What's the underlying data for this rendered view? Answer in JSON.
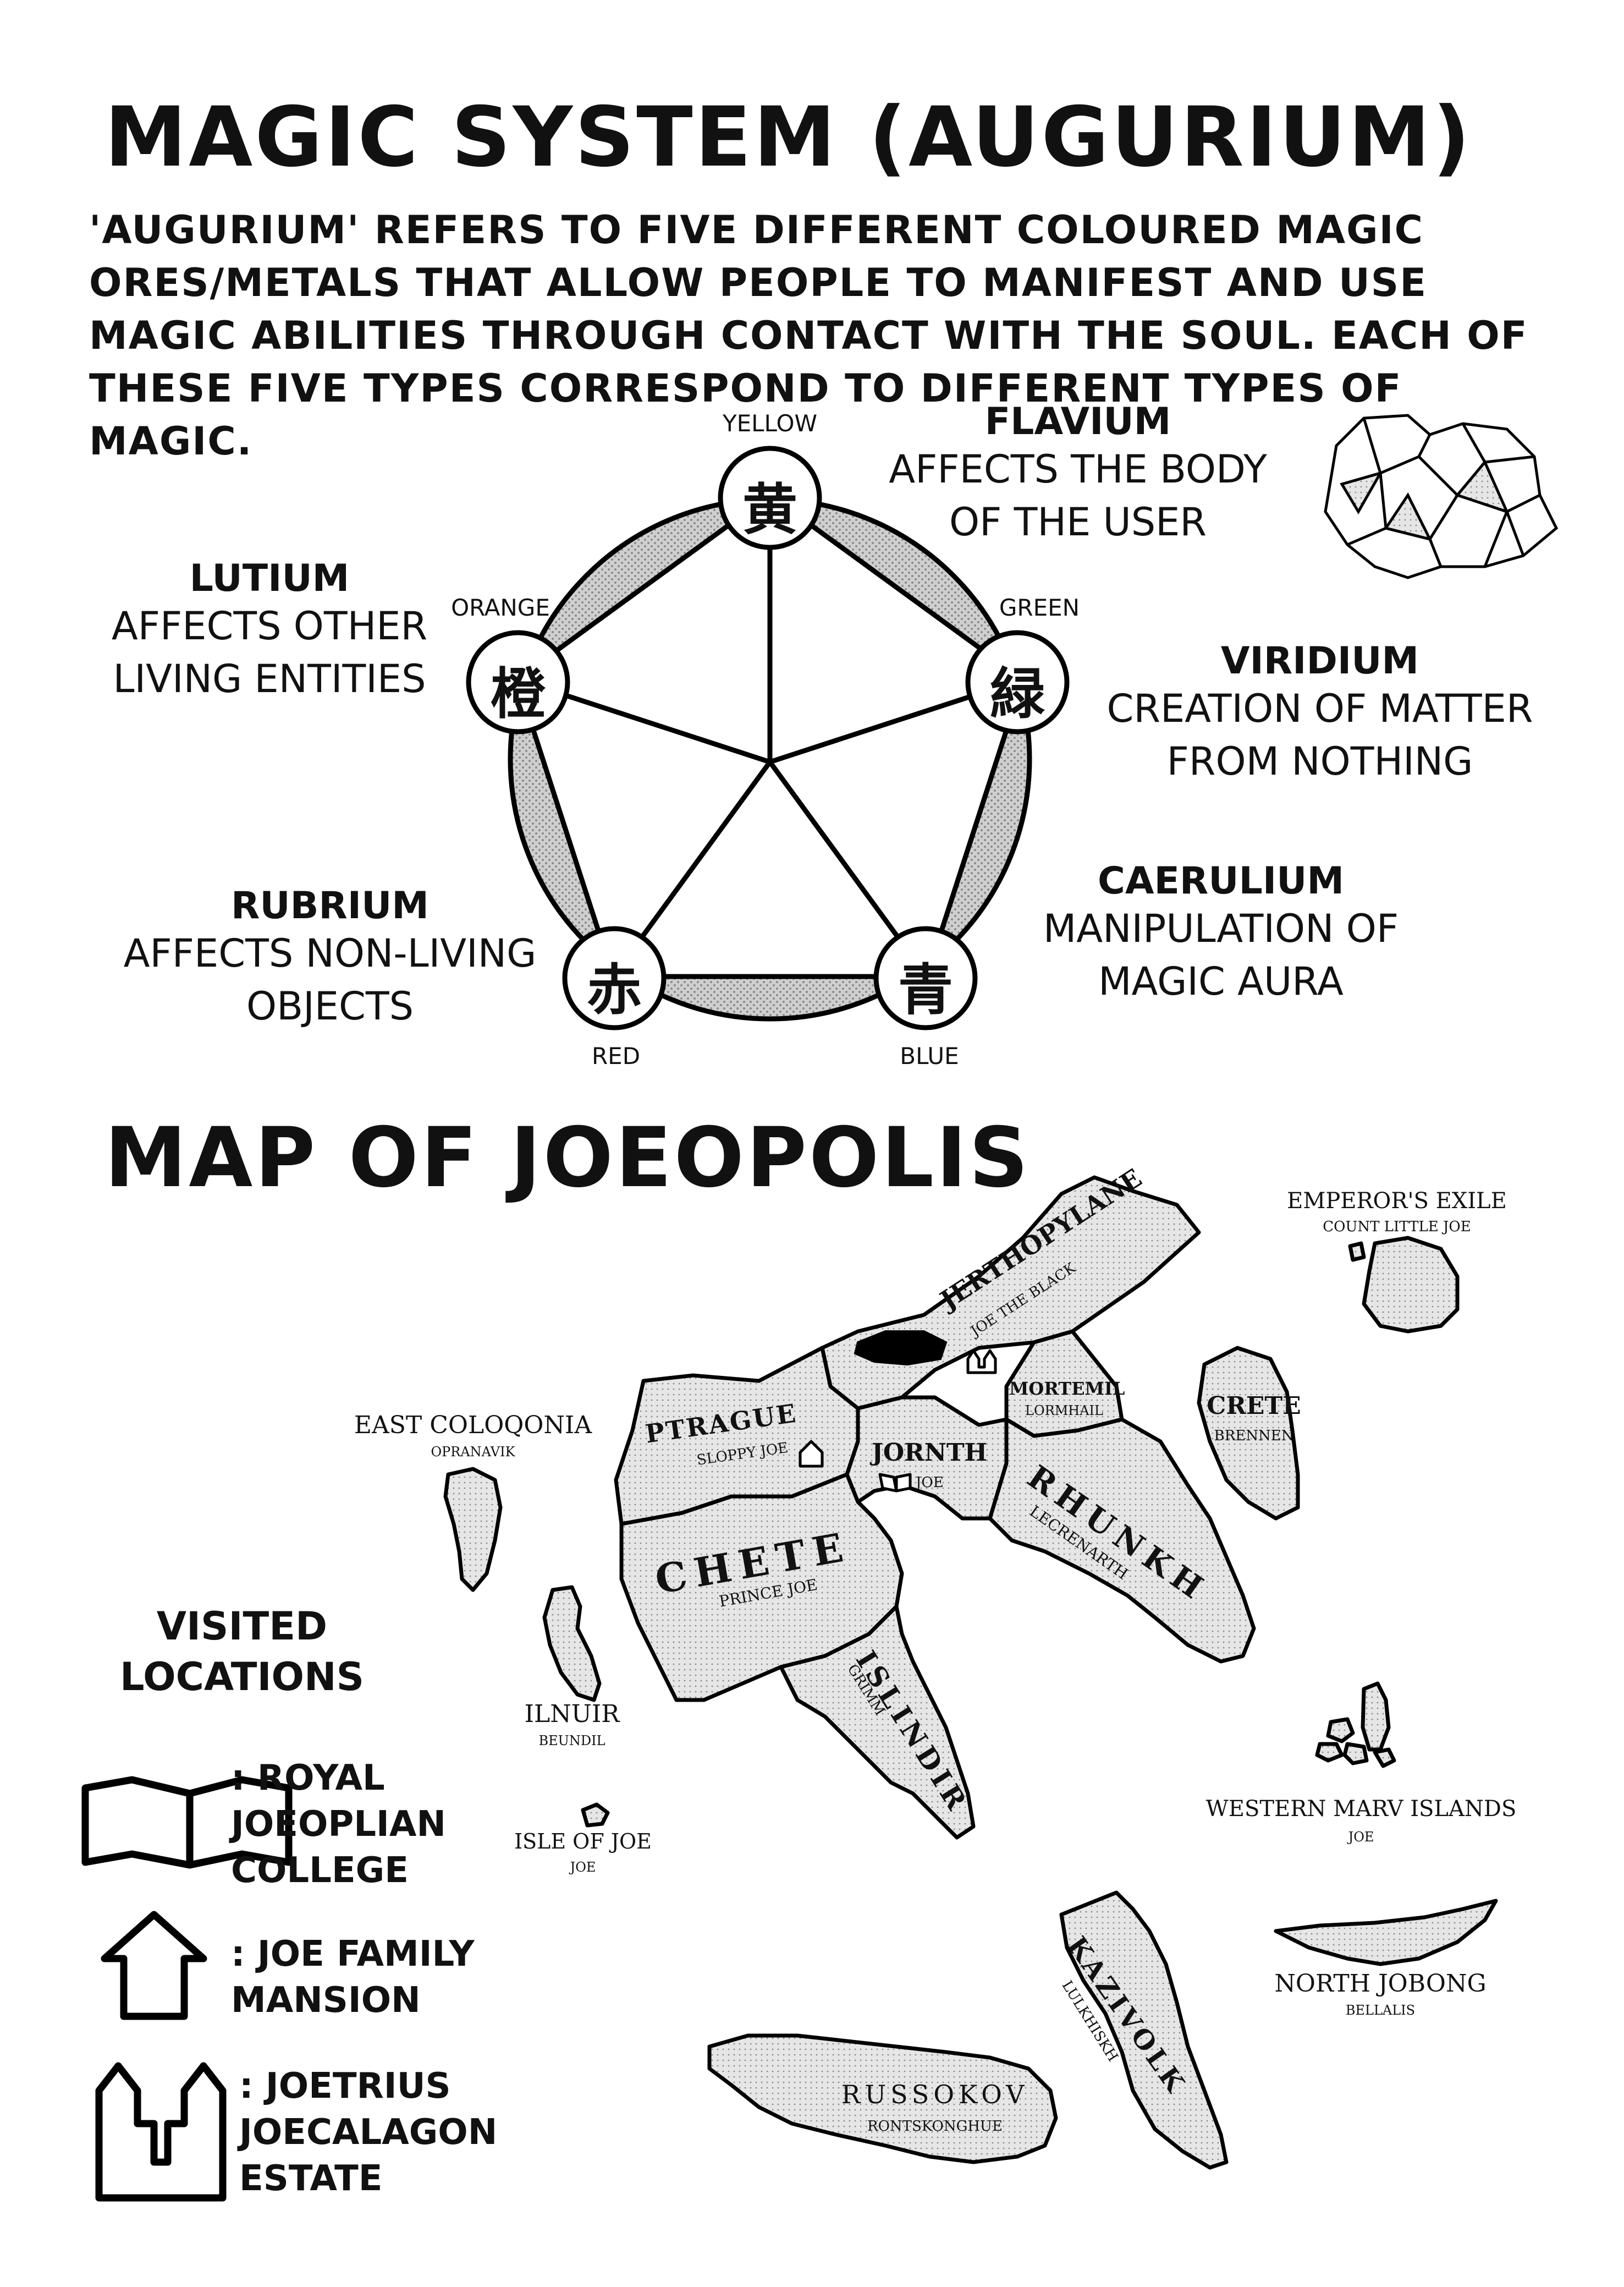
{
  "magic": {
    "title": "MAGIC SYSTEM (AUGURIUM)",
    "intro": "'AUGURIUM' REFERS TO FIVE DIFFERENT COLOURED MAGIC ORES/METALS THAT ALLOW PEOPLE TO MANIFEST AND USE MAGIC ABILITIES THROUGH CONTACT WITH THE SOUL. EACH OF THESE FIVE TYPES CORRESPOND TO DIFFERENT TYPES OF MAGIC.",
    "nodes": {
      "yellow": {
        "color": "YELLOW",
        "kanji": "黄",
        "name": "FLAVIUM",
        "desc1": "AFFECTS THE BODY",
        "desc2": "OF THE USER"
      },
      "green": {
        "color": "GREEN",
        "kanji": "緑",
        "name": "VIRIDIUM",
        "desc1": "CREATION OF MATTER",
        "desc2": "FROM NOTHING"
      },
      "blue": {
        "color": "BLUE",
        "kanji": "青",
        "name": "CAERULIUM",
        "desc1": "MANIPULATION OF",
        "desc2": "MAGIC AURA"
      },
      "red": {
        "color": "RED",
        "kanji": "赤",
        "name": "RUBRIUM",
        "desc1": "AFFECTS NON-LIVING",
        "desc2": "OBJECTS"
      },
      "orange": {
        "color": "ORANGE",
        "kanji": "橙",
        "name": "LUTIUM",
        "desc1": "AFFECTS OTHER",
        "desc2": "LIVING ENTITIES"
      }
    }
  },
  "map": {
    "title": "MAP OF JOEOPOLIS",
    "regions": {
      "jerthopylane": {
        "name": "JERTHOPYLANE",
        "ruler": "JOE THE BLACK"
      },
      "mortemil": {
        "name": "MORTEMIL",
        "ruler": "LORMHAIL"
      },
      "crete": {
        "name": "CRETE",
        "ruler": "BRENNEN"
      },
      "ptrague": {
        "name": "PTRAGUE",
        "ruler": "SLOPPY JOE"
      },
      "jornth": {
        "name": "JORNTH",
        "ruler": "JOE"
      },
      "rhunkh": {
        "name": "RHUNKH",
        "ruler": "LECRENARTH"
      },
      "chete": {
        "name": "CHETE",
        "ruler": "PRINCE JOE"
      },
      "islindir": {
        "name": "ISLINDIR",
        "ruler": "GRIMM"
      },
      "east_coloqonia": {
        "name": "EAST COLOQONIA",
        "ruler": "OPRANAVIK"
      },
      "emperors_exile": {
        "name": "EMPEROR'S EXILE",
        "ruler": "COUNT LITTLE JOE"
      },
      "ilnuir": {
        "name": "ILNUIR",
        "ruler": "BEUNDIL"
      },
      "isle_of_joe": {
        "name": "ISLE OF JOE",
        "ruler": "JOE"
      },
      "western_marv": {
        "name": "WESTERN MARV ISLANDS",
        "ruler": "JOE"
      },
      "north_jobong": {
        "name": "NORTH JOBONG",
        "ruler": "BELLALIS"
      },
      "kazivolk": {
        "name": "KAZIVOLK",
        "ruler": "LULKHISKH"
      },
      "russokov": {
        "name": "RUSSOKOV",
        "ruler": "RONTSKONGHUE"
      }
    },
    "legend": {
      "title": "VISITED LOCATIONS",
      "college": ": ROYAL JOEOPLIAN COLLEGE",
      "mansion": ": JOE FAMILY MANSION",
      "estate": ": JOETRIUS JOECALAGON ESTATE"
    }
  }
}
